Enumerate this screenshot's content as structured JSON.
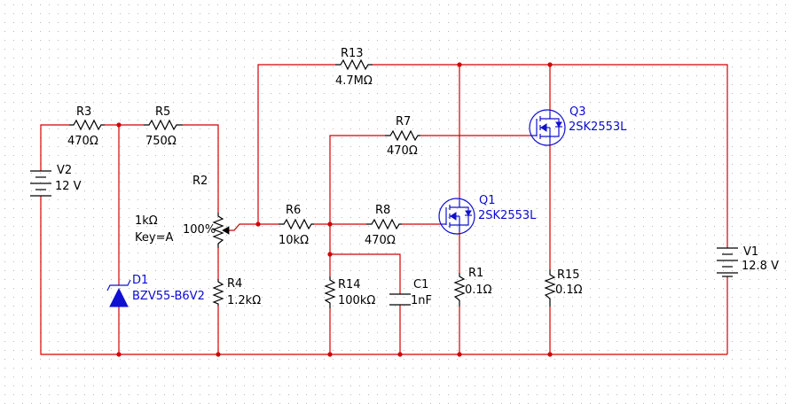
{
  "components": {
    "r13": {
      "ref": "R13",
      "value": "4.7MΩ"
    },
    "r3": {
      "ref": "R3",
      "value": "470Ω"
    },
    "r5": {
      "ref": "R5",
      "value": "750Ω"
    },
    "r7": {
      "ref": "R7",
      "value": "470Ω"
    },
    "q3": {
      "ref": "Q3",
      "model": "2SK2553L"
    },
    "v2": {
      "ref": "V2",
      "value": "12 V"
    },
    "r2": {
      "ref": "R2",
      "value": "1kΩ",
      "key": "Key=A",
      "setting": "100%"
    },
    "r6": {
      "ref": "R6",
      "value": "10kΩ"
    },
    "r8": {
      "ref": "R8",
      "value": "470Ω"
    },
    "q1": {
      "ref": "Q1",
      "model": "2SK2553L"
    },
    "v1": {
      "ref": "V1",
      "value": "12.8 V"
    },
    "d1": {
      "ref": "D1",
      "model": "BZV55-B6V2"
    },
    "r4": {
      "ref": "R4",
      "value": "1.2kΩ"
    },
    "r14": {
      "ref": "R14",
      "value": "100kΩ"
    },
    "c1": {
      "ref": "C1",
      "value": "1nF"
    },
    "r1": {
      "ref": "R1",
      "value": "0.1Ω"
    },
    "r15": {
      "ref": "R15",
      "value": "0.1Ω"
    }
  },
  "colors": {
    "wire": "#d40000",
    "component": "#000000",
    "semiconductor": "#1010d0",
    "grid": "#b8b8b8"
  }
}
